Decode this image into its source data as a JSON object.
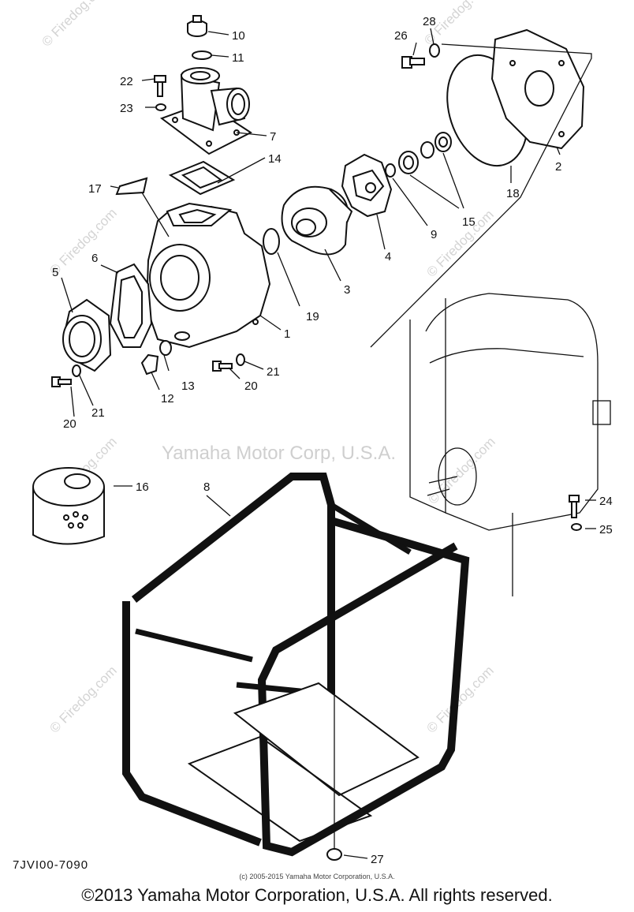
{
  "watermarks": {
    "main": "Yamaha Motor Corp, U.S.A.",
    "site": "© Firedog.com"
  },
  "callouts": {
    "p1": "1",
    "p2": "2",
    "p3": "3",
    "p4": "4",
    "p5": "5",
    "p6": "6",
    "p7": "7",
    "p8": "8",
    "p9": "9",
    "p10": "10",
    "p11": "11",
    "p12": "12",
    "p13": "13",
    "p14": "14",
    "p15": "15",
    "p16": "16",
    "p17": "17",
    "p18": "18",
    "p19": "19",
    "p20a": "20",
    "p20b": "20",
    "p21a": "21",
    "p21b": "21",
    "p22": "22",
    "p23": "23",
    "p24": "24",
    "p25": "25",
    "p26": "26",
    "p27": "27",
    "p28": "28"
  },
  "diagram_code": "7JVI00-7090",
  "small_copyright": "(c) 2005-2015 Yamaha Motor Corporation, U.S.A.",
  "copyright": "©2013 Yamaha Motor Corporation, U.S.A. All rights reserved."
}
